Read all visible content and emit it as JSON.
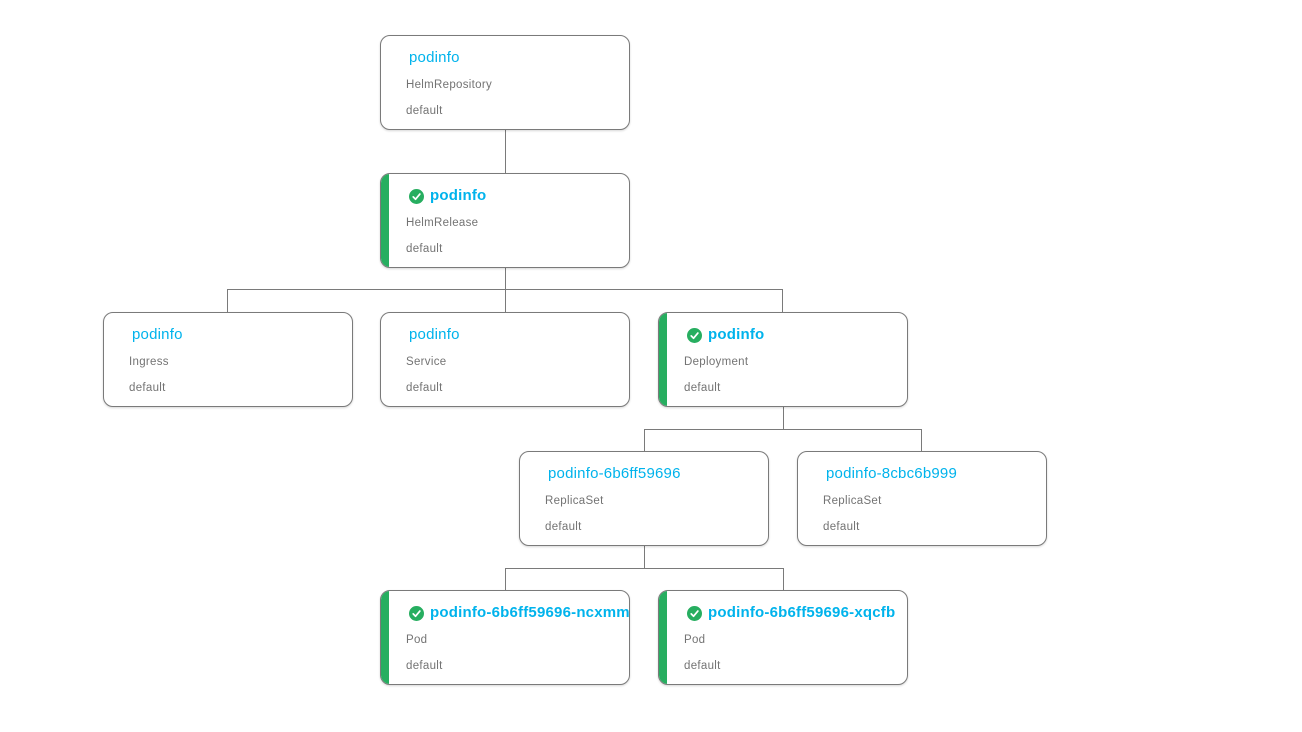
{
  "app": {
    "view": "kubernetes-resource-graph",
    "background": "#ffffff"
  },
  "colors": {
    "link_blue": "#00b3ec",
    "success_green": "#27ae60",
    "muted_text": "#737373",
    "node_border": "#7a7a7a",
    "edge_line": "#7a7a7a"
  },
  "icons": {
    "success": "check-circle-icon"
  },
  "graph": {
    "nodes": [
      {
        "name": "podinfo",
        "kind": "HelmRepository",
        "namespace": "default",
        "status": "none"
      },
      {
        "name": "podinfo",
        "kind": "HelmRelease",
        "namespace": "default",
        "status": "success"
      },
      {
        "name": "podinfo",
        "kind": "Ingress",
        "namespace": "default",
        "status": "none"
      },
      {
        "name": "podinfo",
        "kind": "Service",
        "namespace": "default",
        "status": "none"
      },
      {
        "name": "podinfo",
        "kind": "Deployment",
        "namespace": "default",
        "status": "success"
      },
      {
        "name": "podinfo-6b6ff59696",
        "kind": "ReplicaSet",
        "namespace": "default",
        "status": "none"
      },
      {
        "name": "podinfo-8cbc6b999",
        "kind": "ReplicaSet",
        "namespace": "default",
        "status": "none"
      },
      {
        "name": "podinfo-6b6ff59696-ncxmm",
        "kind": "Pod",
        "namespace": "default",
        "status": "success"
      },
      {
        "name": "podinfo-6b6ff59696-xqcfb",
        "kind": "Pod",
        "namespace": "default",
        "status": "success"
      }
    ],
    "edges": [
      {
        "from": 0,
        "to": 1
      },
      {
        "from": 1,
        "to": 2
      },
      {
        "from": 1,
        "to": 3
      },
      {
        "from": 1,
        "to": 4
      },
      {
        "from": 4,
        "to": 5
      },
      {
        "from": 4,
        "to": 6
      },
      {
        "from": 5,
        "to": 7
      },
      {
        "from": 5,
        "to": 8
      }
    ]
  }
}
